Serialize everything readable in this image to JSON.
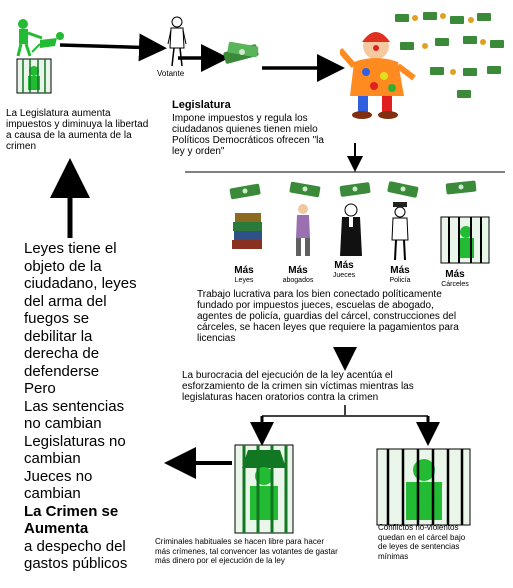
{
  "colors": {
    "green": "#22bb33",
    "dark_green": "#117722",
    "money": "#3a8a3a",
    "line": "#000000",
    "jail_bg": "#e8f5e8"
  },
  "icons": {
    "criminal_mugging": "criminal-mugging-icon",
    "jail_cell": "jail-cell-icon",
    "voter": "voter-figure-icon",
    "money": "money-stack-icon",
    "clown": "clown-politician-icon",
    "books": "law-books-icon",
    "lawyer": "lawyer-figure-icon",
    "judge": "judge-figure-icon",
    "police": "police-figure-icon",
    "prison": "prison-bars-icon"
  },
  "labels": {
    "voter": "Votante",
    "left_top_text": "La Legislatura aumenta impuestos y diminuya la libertad a causa de la aumenta de la crimen",
    "legislatura_title": "Legislatura",
    "legislatura_body": "Impone impuestos y regula los ciudadanos quienes tienen  mielo Políticos Democráticos ofrecen \"la ley y orden\"",
    "big_left": [
      "Leyes tiene el",
      "objeto de la",
      "ciudadano, leyes",
      "del arma del",
      "fuegos se",
      "debilitar la",
      "derecha de",
      "defenderse",
      "Pero",
      "Las sentencias",
      "no cambian",
      "Legislaturas no",
      "cambian",
      "Jueces no",
      "cambian"
    ],
    "big_bold": [
      "La Crimen se",
      "Aumenta"
    ],
    "big_tail": [
      "a despecho del",
      "gastos públicos"
    ],
    "mas": "Más",
    "sub_leyes": "Leyes",
    "sub_abogados": "abogados",
    "sub_jueces": "Jueces",
    "sub_policia": "Policía",
    "sub_carceles": "Cárceles",
    "trabajo": "Trabajo lucrativa para los bien conectado políticamente fundado por impuestos jueces, escuelas de abogado, agentes de policía, guardias del cárcel, construcciones del cárceles, se hacen leyes que requiere la pagamientos para licencias",
    "burocracia": "La burocracia del ejecución de la ley acentúa el esforzamiento de la crimen sin víctimas mientras las legislaturas hacen oratorios contra la crimen",
    "criminales": "Criminales habituales se hacen libre para hacer más crímenes, tal convencer las votantes de gastar más dinero por el ejecución de la ley",
    "conflictos": "Conflictos no-violentos quedan en el cárcel bajo de leyes de sentencias mínimas"
  }
}
